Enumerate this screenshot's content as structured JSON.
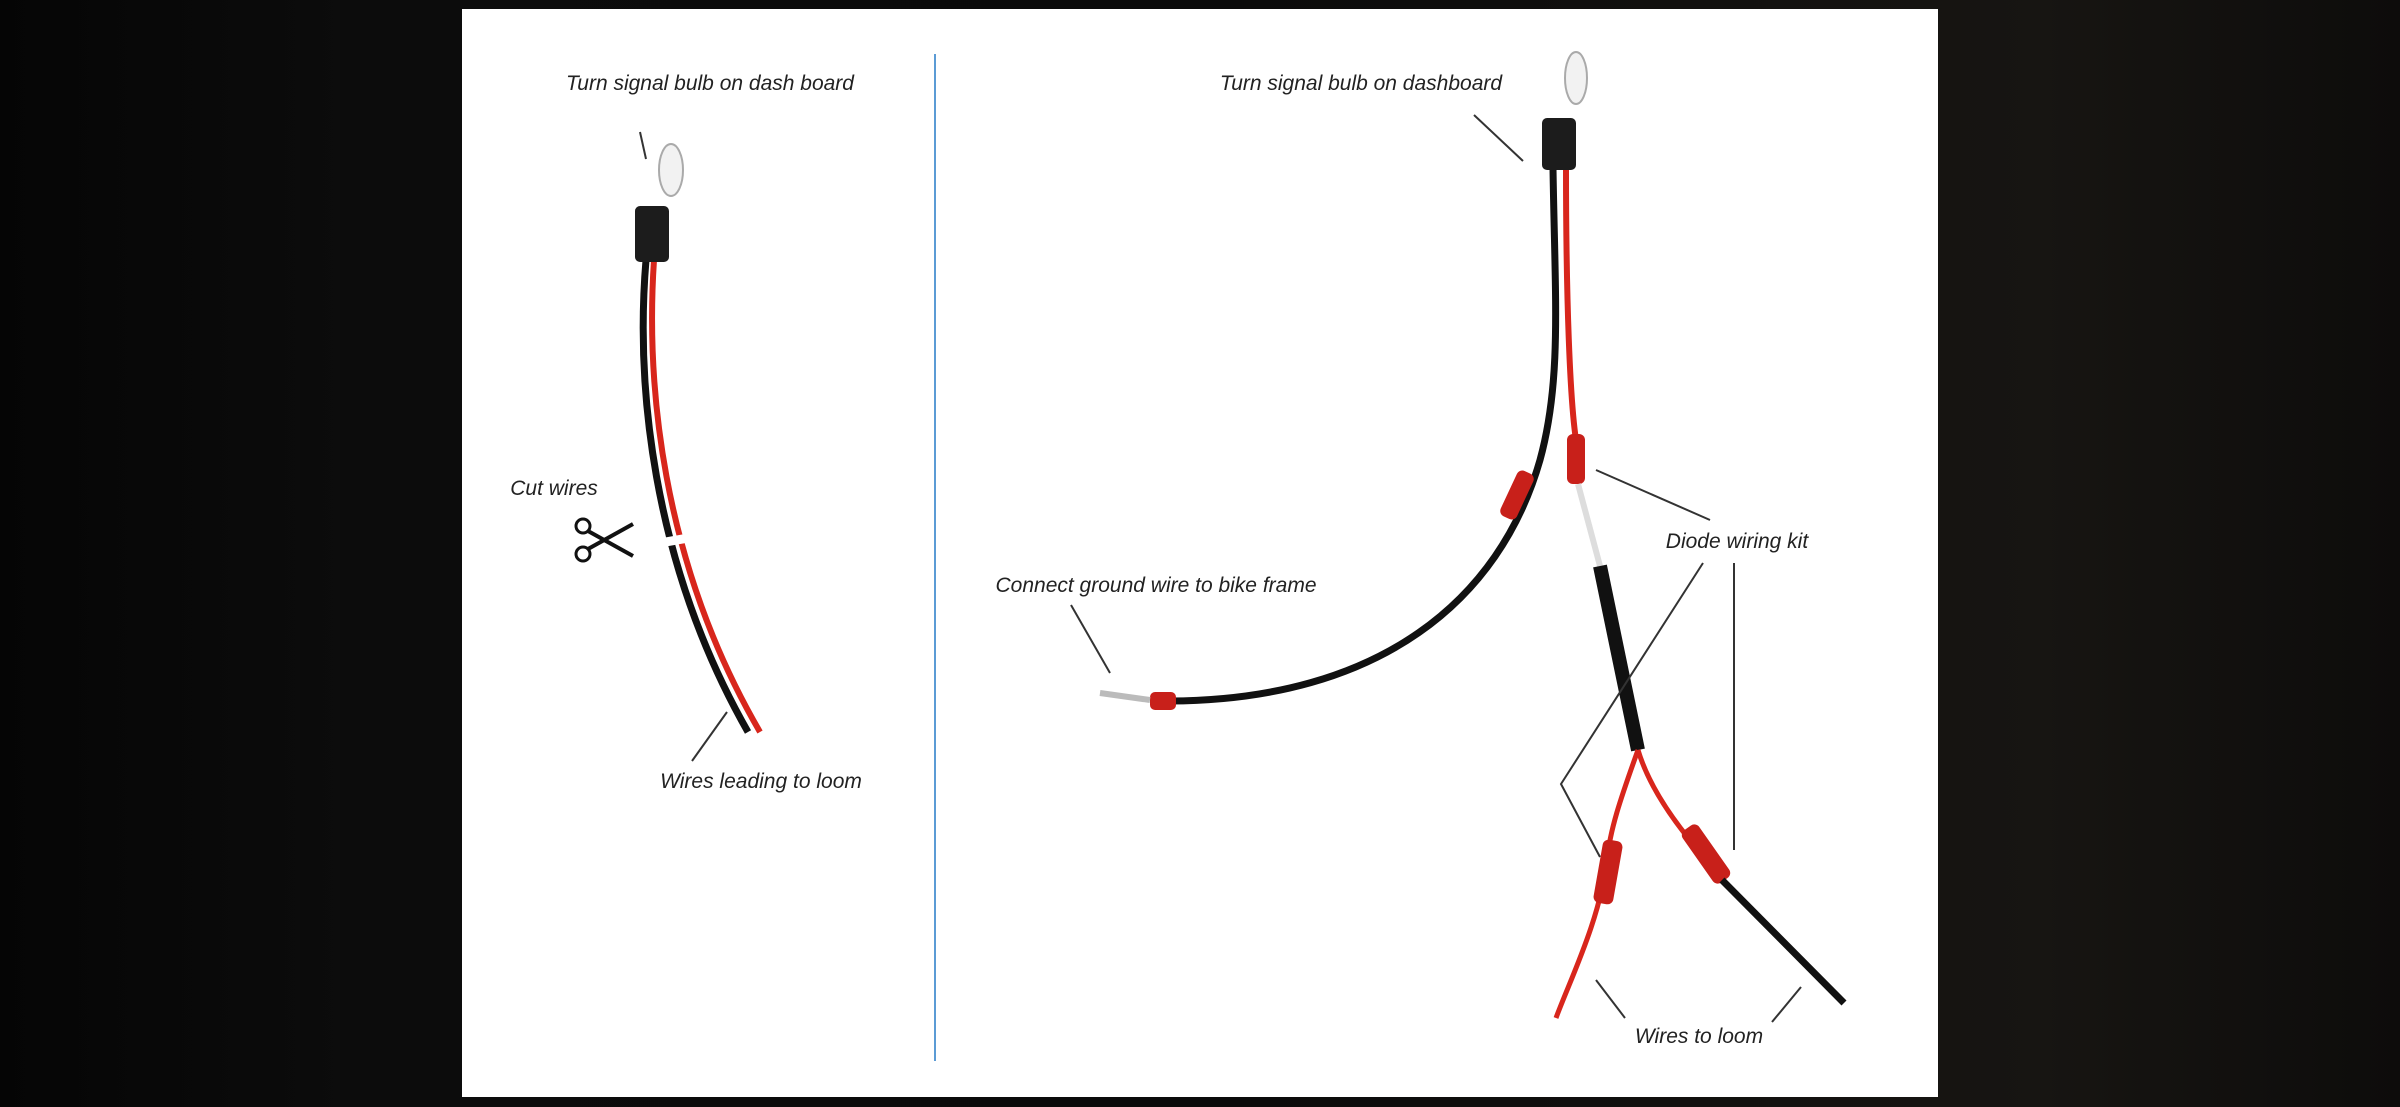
{
  "left_panel": {
    "bulb_label": "Turn signal bulb on dash board",
    "cut_label": "Cut wires",
    "loom_label": "Wires leading to loom"
  },
  "right_panel": {
    "bulb_label": "Turn signal bulb on dashboard",
    "ground_label": "Connect ground wire to bike frame",
    "diode_label": "Diode wiring kit",
    "loom_label": "Wires to loom"
  },
  "colors": {
    "wire_red": "#d8261c",
    "wire_black": "#111111",
    "divider": "#5b9bd5"
  }
}
